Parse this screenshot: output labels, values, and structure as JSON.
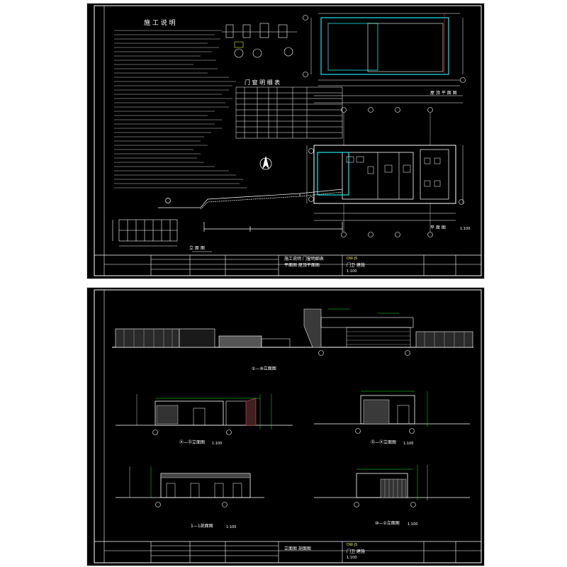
{
  "sheet1": {
    "notes_title": "施 工 说 明",
    "door_table_title": "门 窗 明 细 表",
    "plan_label": "平 面 图",
    "plan_scale": "1:100",
    "roof_plan_label": "屋 顶 平 面 图",
    "elevation_small_label": "立 面 图",
    "titleblock": {
      "drawing_title": "施工说明 门窗明细表",
      "drawing_subtitle": "平面图 屋顶平面图",
      "drawing_no": "DW-JS",
      "drawing_name": "门卫 建施",
      "scale": "1:100"
    }
  },
  "sheet2": {
    "elev_main_label": "①—⑩立面图",
    "elev_a_label": "Ⓐ—Ⓓ立面图",
    "elev_a_scale": "1:100",
    "elev_b_label": "Ⓓ—Ⓐ立面图",
    "elev_b_scale": "1:100",
    "section_label": "1—1剖面图",
    "section_scale": "1:100",
    "elev_c_label": "⑩—①立面图",
    "elev_c_scale": "1:100",
    "titleblock": {
      "drawing_title": "立面图 剖面图",
      "drawing_no": "DW-JS",
      "drawing_name": "门卫 建施",
      "scale": "1:100"
    }
  },
  "colors": {
    "background": "#000000",
    "line_white": "#ffffff",
    "line_green": "#19e619",
    "line_cyan": "#19e6e6",
    "line_yellow": "#f0f060",
    "line_red": "#e63232",
    "line_magenta": "#e619e6"
  }
}
